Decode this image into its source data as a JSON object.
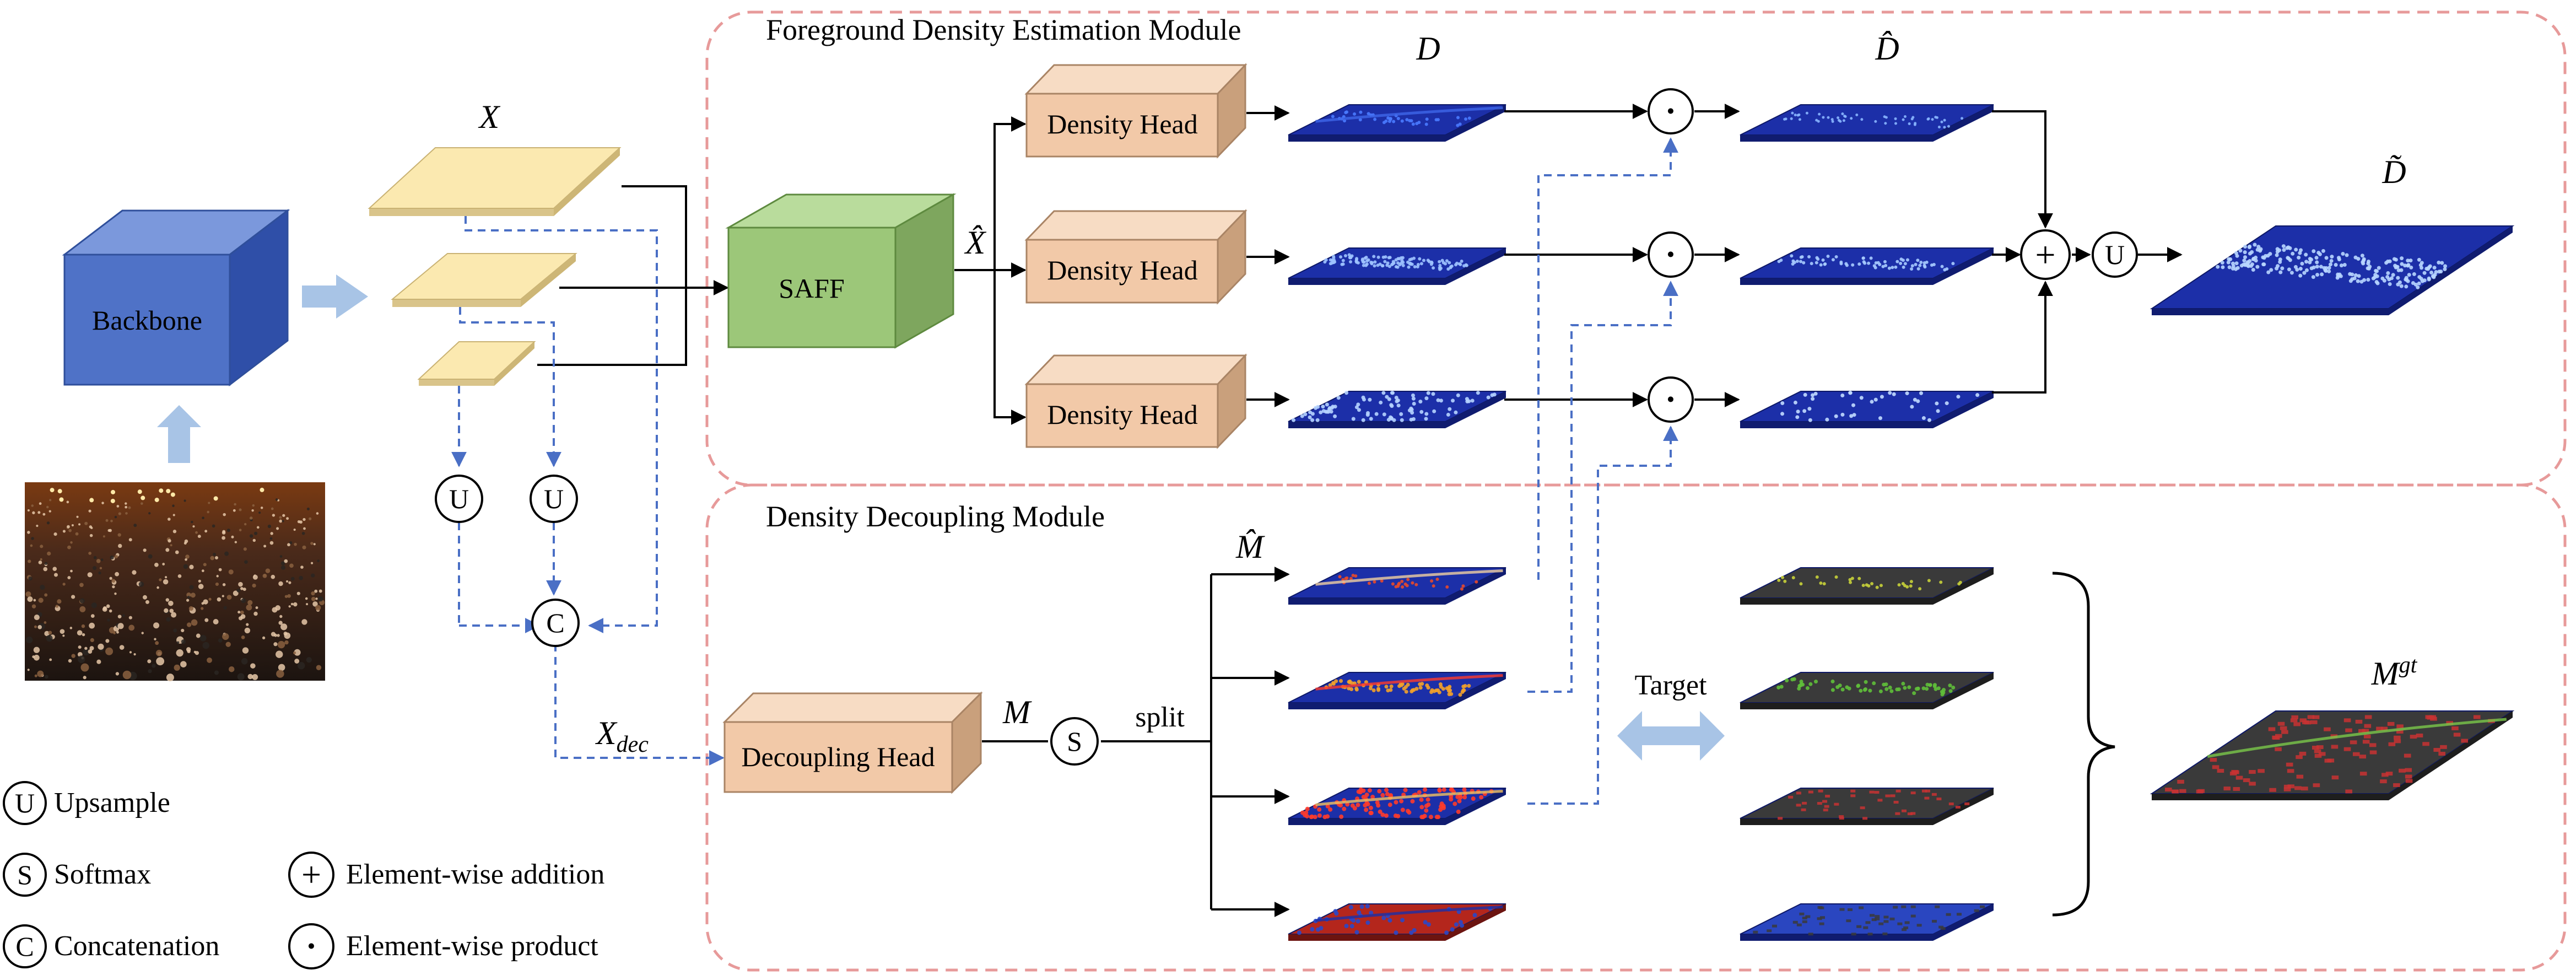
{
  "modules": {
    "foreground_title": "Foreground Density Estimation Module",
    "decoupling_title": "Density Decoupling Module"
  },
  "blocks": {
    "backbone": "Backbone",
    "saff": "SAFF",
    "density_head": "Density Head",
    "decoupling_head": "Decoupling Head"
  },
  "symbols": {
    "X": "X",
    "X_hat": "X̂",
    "X_dec_main": "X",
    "X_dec_sub": "dec",
    "D": "D",
    "D_hat": "D̂",
    "D_tilde": "D̃",
    "M": "M",
    "M_hat": "M̂",
    "M_gt_main": "M",
    "M_gt_sup": "gt"
  },
  "operators": {
    "upsample": "U",
    "softmax": "S",
    "concat": "C",
    "product": "·",
    "addition": "+"
  },
  "labels": {
    "split": "split",
    "target": "Target"
  },
  "legend": {
    "upsample": "Upsample",
    "softmax": "Softmax",
    "concatenation": "Concatenation",
    "addition": "Element-wise addition",
    "product": "Element-wise product"
  },
  "colors": {
    "module_border": "#e79a9a",
    "backbone": "#4f72c7",
    "saff": "#9cc779",
    "head": "#f2c9a8",
    "feature": "#fbe9b0",
    "density_map": "#1c2fa8",
    "gray_map": "#3a3a3a",
    "dashed_arrow": "#4a6fc5",
    "big_arrow": "#a8c4e6"
  }
}
